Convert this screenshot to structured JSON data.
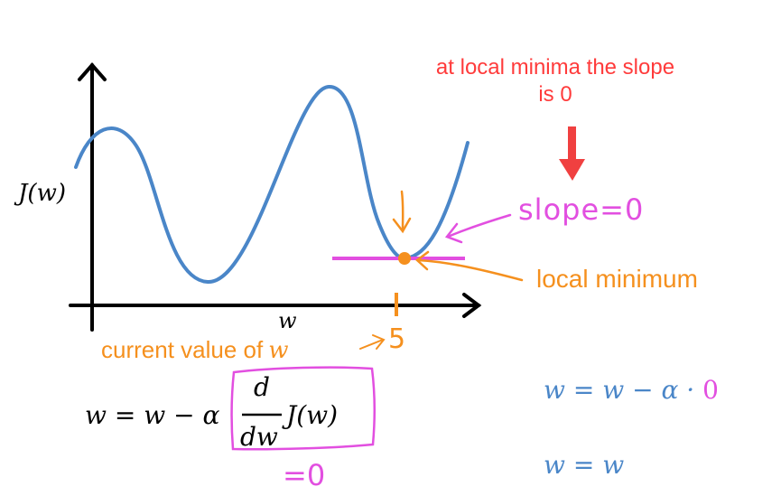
{
  "callout": {
    "line1": "at local minima the slope",
    "line2": "is 0"
  },
  "axes": {
    "y_label": "J(w)",
    "x_label": "w"
  },
  "annotations": {
    "slope_note": "slope=0",
    "minimum_note": "local minimum",
    "tick_value": "5",
    "current_value_text": "current value of",
    "current_value_var": "w"
  },
  "equations": {
    "update_prefix": "w = w − α",
    "derivative_top": "d",
    "derivative_bottom": "dw",
    "update_suffix": "J(w)",
    "equals_zero": "=0",
    "rhs_prefix": "w = w − α · ",
    "rhs_zero": "0",
    "result": "w = w"
  },
  "colors": {
    "curve": "#4a86c8",
    "pink": "#e24fe0",
    "orange": "#f5901e",
    "callout": "#ff3b3b",
    "equation_blue": "#4a86c8",
    "black": "#000000"
  }
}
